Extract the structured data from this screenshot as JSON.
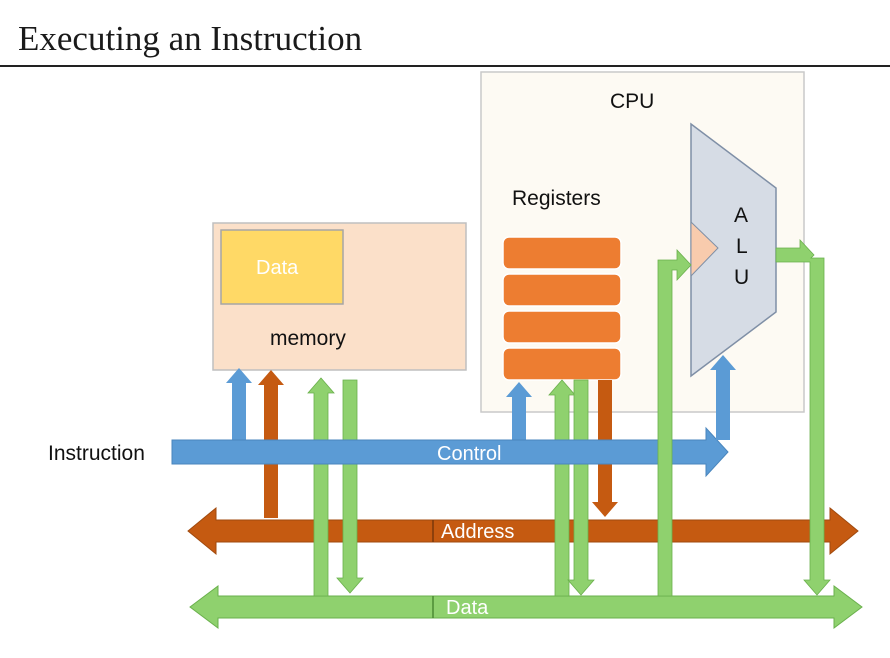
{
  "slide": {
    "title": "Executing an Instruction"
  },
  "cpu": {
    "label": "CPU",
    "registers_label": "Registers",
    "register_count": 4,
    "alu_letters": [
      "A",
      "L",
      "U"
    ]
  },
  "memory": {
    "label": "memory",
    "data_block_label": "Data"
  },
  "buses": {
    "instruction_label": "Instruction",
    "control_label": "Control",
    "address_label": "Address",
    "data_label": "Data"
  },
  "colors": {
    "control_bus": "#5b9bd5",
    "address_bus": "#c55a11",
    "data_bus": "#8fd16e",
    "register": "#ed7d31",
    "memory_fill": "#fbe0c9",
    "data_block": "#ffd966",
    "alu_fill": "#d6dce5",
    "cpu_fill": "#fdfaf3"
  }
}
